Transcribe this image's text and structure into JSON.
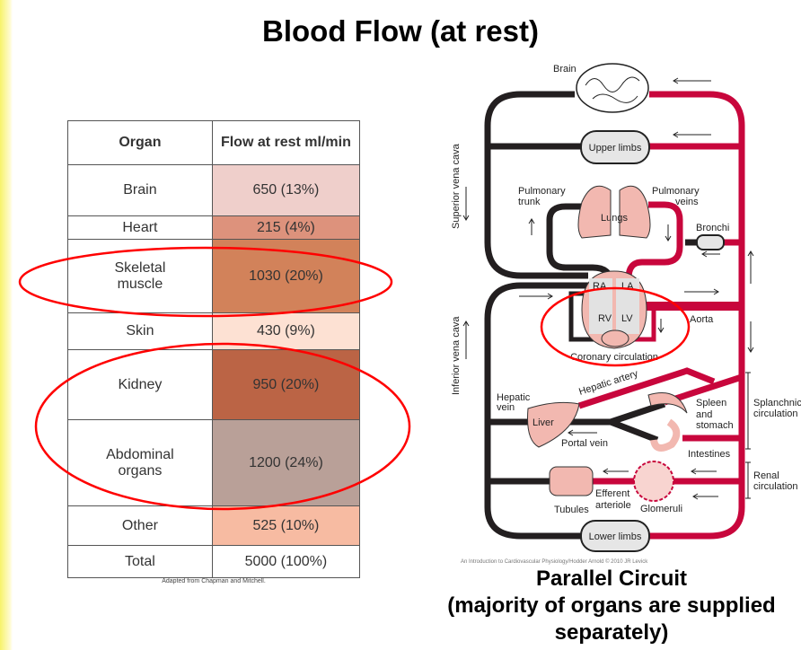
{
  "title": "Blood Flow (at rest)",
  "table": {
    "headers": [
      "Organ",
      "Flow at rest ml/min"
    ],
    "rows": [
      {
        "organ": "Brain",
        "flow": "650 (13%)",
        "color": "#efcfcb"
      },
      {
        "organ": "Heart",
        "flow": "215 (4%)",
        "color": "#dd927c"
      },
      {
        "organ": "Skeletal muscle",
        "flow": "1030 (20%)",
        "color": "#d2825a"
      },
      {
        "organ": "Skin",
        "flow": "430 (9%)",
        "color": "#fde1d3"
      },
      {
        "organ": "Kidney",
        "flow": "950 (20%)",
        "color": "#bb6445"
      },
      {
        "organ": "Abdominal organs",
        "flow": "1200 (24%)",
        "color": "#b9a098"
      },
      {
        "organ": "Other",
        "flow": "525 (10%)",
        "color": "#f7bba2"
      }
    ],
    "total": {
      "organ": "Total",
      "flow": "5000 (100%)"
    },
    "caption": "Adapted from Chapman and Mitchell."
  },
  "diagram": {
    "labels": {
      "brain": "Brain",
      "upper_limbs": "Upper limbs",
      "svc": "Superior vena cava",
      "ivc": "Inferior vena cava",
      "pulm_trunk_1": "Pulmonary",
      "pulm_trunk_2": "trunk",
      "pulm_veins_1": "Pulmonary",
      "pulm_veins_2": "veins",
      "lungs": "Lungs",
      "bronchi": "Bronchi",
      "ra": "RA",
      "la": "LA",
      "rv": "RV",
      "lv": "LV",
      "aorta": "Aorta",
      "coronary": "Coronary circulation",
      "hepatic_artery": "Hepatic artery",
      "hepatic_vein_1": "Hepatic",
      "hepatic_vein_2": "vein",
      "liver": "Liver",
      "portal_vein": "Portal vein",
      "spleen_1": "Spleen",
      "spleen_2": "and",
      "spleen_3": "stomach",
      "intestines": "Intestines",
      "splanchnic_1": "Splanchnic",
      "splanchnic_2": "circulation",
      "renal_1": "Renal",
      "renal_2": "circulation",
      "efferent_1": "Efferent",
      "efferent_2": "arteriole",
      "tubules": "Tubules",
      "glomeruli": "Glomeruli",
      "lower_limbs": "Lower limbs"
    },
    "credit": "An Introduction to Cardiovascular Physiology/Hodder Arnold © 2010 JR Levick",
    "colors": {
      "venous": "#231f20",
      "arterial": "#c8063c",
      "organ": "#f2b8b0",
      "highlight": "#ff0000"
    }
  },
  "subtitle": {
    "line1": "Parallel Circuit",
    "line2": "(majority of organs are supplied",
    "line3": "separately)"
  }
}
